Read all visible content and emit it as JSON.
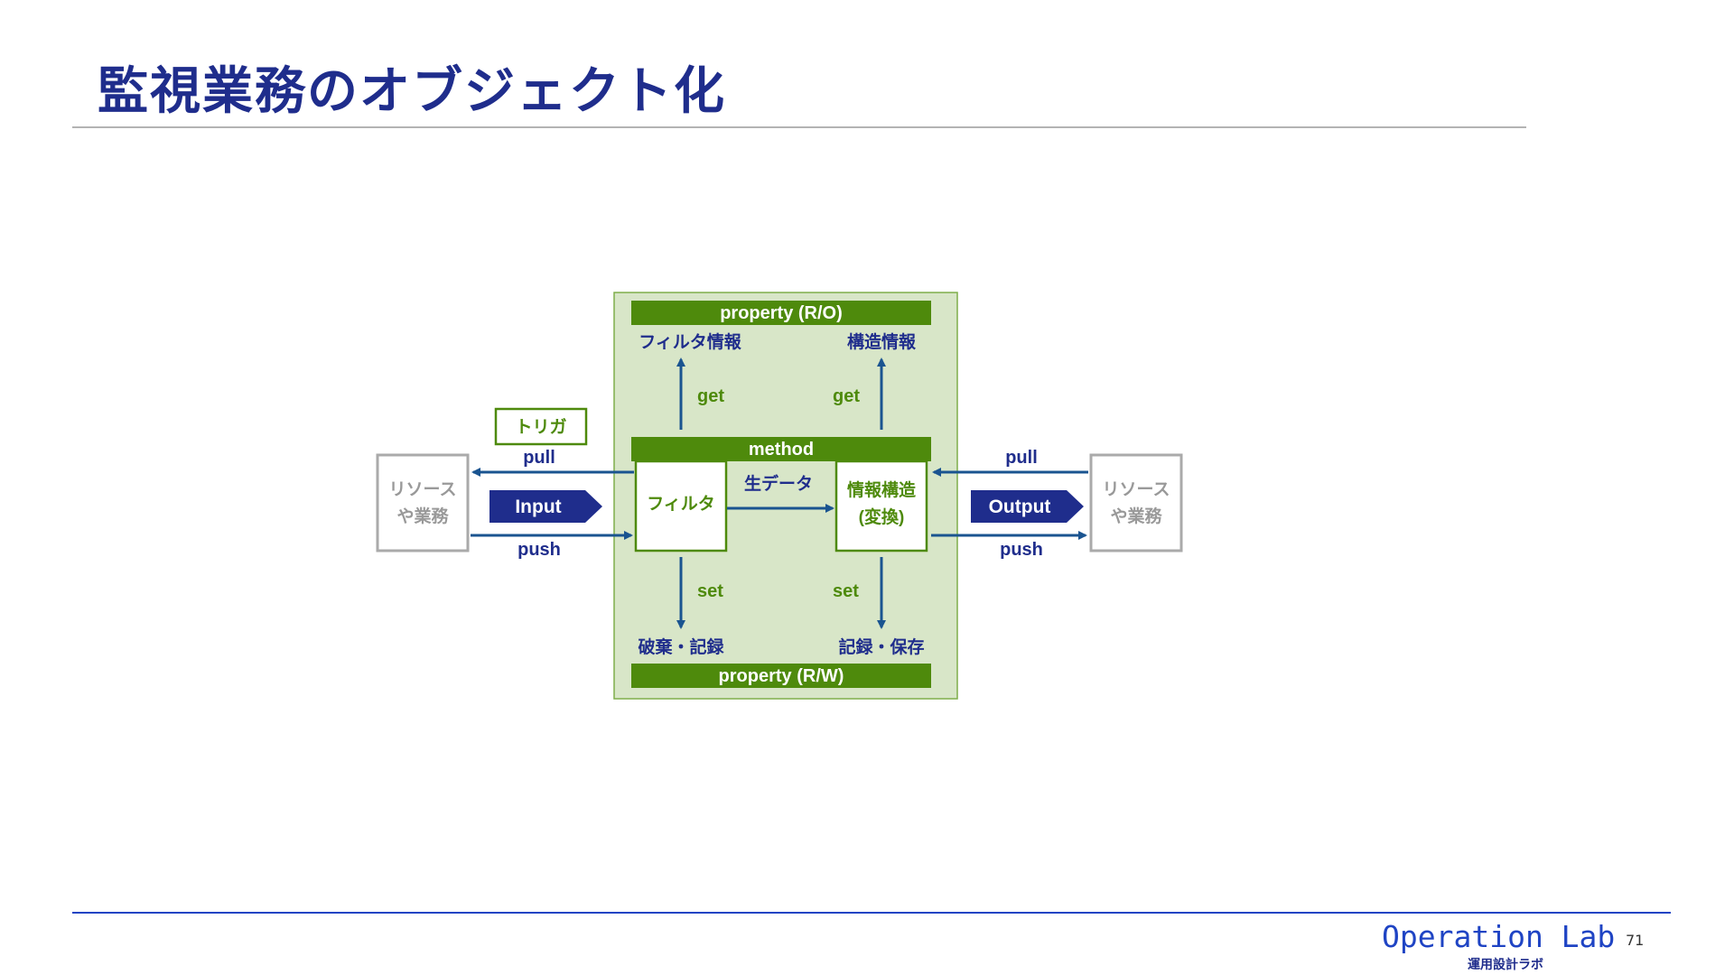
{
  "slide": {
    "title": "監視業務のオブジェクト化",
    "page_number": "71",
    "brand": "Operation Lab",
    "brand_sub": "運用設計ラボ"
  },
  "diagram": {
    "property_ro": "property (R/O)",
    "property_rw": "property (R/W)",
    "method": "method",
    "filter_info": "フィルタ情報",
    "struct_info": "構造情報",
    "get_left": "get",
    "get_right": "get",
    "set_left": "set",
    "set_right": "set",
    "discard_record": "破棄・記録",
    "record_save": "記録・保存",
    "filter_box": "フィルタ",
    "struct_box_line1": "情報構造",
    "struct_box_line2": "(変換)",
    "raw_data": "生データ",
    "trigger": "トリガ",
    "pull_left": "pull",
    "push_left": "push",
    "pull_right": "pull",
    "push_right": "push",
    "input": "Input",
    "output": "Output",
    "resource_left_line1": "リソース",
    "resource_left_line2": "や業務",
    "resource_right_line1": "リソース",
    "resource_right_line2": "や業務"
  },
  "colors": {
    "navy": "#1f2d8c",
    "green_bar": "#4e8a0c",
    "green_panel": "#d8e6c8",
    "green_text": "#4e8a0c",
    "arrow_blue": "#1a5490",
    "gray": "#999999"
  }
}
